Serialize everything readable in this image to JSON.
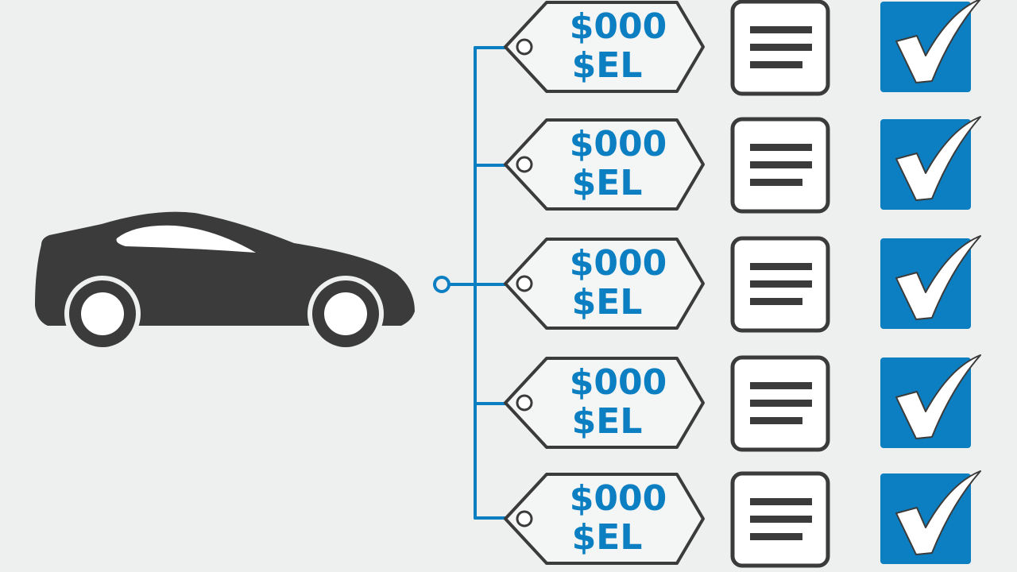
{
  "colors": {
    "background": "#eeefef",
    "accent_blue": "#0b7fc1",
    "dark_gray": "#3b3b3b",
    "tag_fill": "#f4f5f5",
    "white": "#ffffff"
  },
  "vehicle": {
    "icon": "car-icon"
  },
  "hub": {
    "icon": "connector-node-icon"
  },
  "rows": [
    {
      "price": "$000",
      "code": "$EL",
      "doc_icon": "document-lines-icon",
      "status_icon": "checkmark-icon"
    },
    {
      "price": "$000",
      "code": "$EL",
      "doc_icon": "document-lines-icon",
      "status_icon": "checkmark-icon"
    },
    {
      "price": "$000",
      "code": "$EL",
      "doc_icon": "document-lines-icon",
      "status_icon": "checkmark-icon"
    },
    {
      "price": "$000",
      "code": "$EL",
      "doc_icon": "document-lines-icon",
      "status_icon": "checkmark-icon"
    },
    {
      "price": "$000",
      "code": "$EL",
      "doc_icon": "document-lines-icon",
      "status_icon": "checkmark-icon"
    }
  ]
}
